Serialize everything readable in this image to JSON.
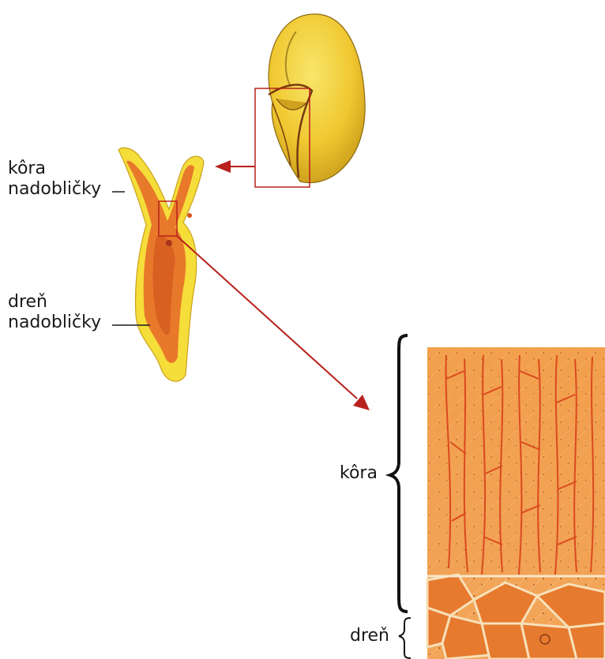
{
  "labels": {
    "adrenal_cortex_line1": "kôra",
    "adrenal_cortex_line2": "nadobličky",
    "adrenal_medulla_line1": "dreň",
    "adrenal_medulla_line2": "nadobličky",
    "tissue_cortex": "kôra",
    "tissue_medulla": "dreň"
  },
  "colors": {
    "yellow_tissue": "#f5dd3a",
    "orange_tissue": "#e8782a",
    "red_cortex": "#e0561e",
    "arrow_red": "#b8211c",
    "brace": "#111111"
  }
}
